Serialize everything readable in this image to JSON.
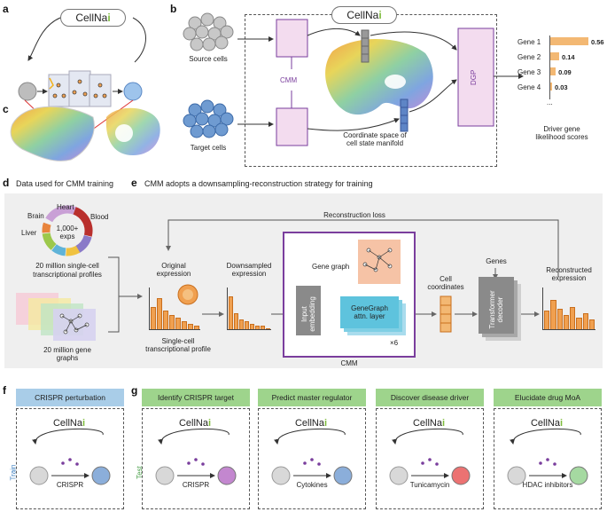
{
  "panels": {
    "a": "a",
    "b": "b",
    "c": "c",
    "d": "d",
    "e": "e",
    "f": "f",
    "g": "g"
  },
  "logo": {
    "text": "CellNa",
    "accent": "i"
  },
  "panel_b": {
    "source_label": "Source cells",
    "target_label": "Target cells",
    "cmm_label": "CMM",
    "dgp_label": "DGP",
    "manifold_label_line1": "Coordinate space of",
    "manifold_label_line2": "cell state manifold",
    "scores_caption_line1": "Driver gene",
    "scores_caption_line2": "likelihood scores",
    "genes": [
      {
        "name": "Gene 1",
        "score": "0.56",
        "value": 0.56
      },
      {
        "name": "Gene 2",
        "score": "0.14",
        "value": 0.14
      },
      {
        "name": "Gene 3",
        "score": "0.09",
        "value": 0.09
      },
      {
        "name": "Gene 4",
        "score": "0.03",
        "value": 0.03
      }
    ],
    "ellipsis": "..."
  },
  "panel_d": {
    "title": "Data used for CMM training",
    "tissues": {
      "heart": "Heart",
      "brain": "Brain",
      "blood": "Blood",
      "liver": "Liver"
    },
    "exps_line1": "1,000+",
    "exps_line2": "exps",
    "profiles_line1": "20 million single-cell",
    "profiles_line2": "transcriptional profiles",
    "graphs_line1": "20 million gene",
    "graphs_line2": "graphs"
  },
  "panel_e": {
    "title": "CMM adopts a downsampling-reconstruction strategy for training",
    "reconstruction_loss": "Reconstruction loss",
    "original_line1": "Original",
    "original_line2": "expression",
    "downsampled_line1": "Downsampled",
    "downsampled_line2": "expression",
    "single_cell_line1": "Single-cell",
    "single_cell_line2": "transcriptional profile",
    "gene_graph": "Gene graph",
    "input_embedding": "Input embedding",
    "genegraph_line1": "GeneGraph",
    "genegraph_line2": "attn. layer",
    "repeat": "×6",
    "cmm": "CMM",
    "cell_coords_line1": "Cell",
    "cell_coords_line2": "coordinates",
    "genes": "Genes",
    "transformer": "Transformer decoder",
    "reconstructed_line1": "Reconstructed",
    "reconstructed_line2": "expression",
    "original_bars": [
      0.55,
      0.75,
      0.45,
      0.35,
      0.3,
      0.2,
      0.15,
      0.1
    ],
    "down_bars": [
      0.8,
      0.4,
      0.25,
      0.2,
      0.15,
      0.1,
      0.1,
      0.05
    ],
    "recon_bars": [
      0.45,
      0.7,
      0.5,
      0.35,
      0.55,
      0.3,
      0.4,
      0.25
    ]
  },
  "panel_fg": {
    "train_label": "Train",
    "test_label": "Test",
    "tasks": [
      {
        "title": "CRISPR perturbation",
        "agent": "CRISPR",
        "color": "#a9cde8"
      },
      {
        "title": "Identify CRISPR target",
        "agent": "CRISPR",
        "color": "#9ed48c"
      },
      {
        "title": "Predict master regulator",
        "agent": "Cytokines",
        "color": "#9ed48c"
      },
      {
        "title": "Discover disease driver",
        "agent": "Tunicamycin",
        "color": "#9ed48c"
      },
      {
        "title": "Elucidate drug MoA",
        "agent": "HDAC inhibitors",
        "color": "#9ed48c"
      }
    ]
  },
  "colors": {
    "accent_orange": "#f0a050",
    "purple": "#7a3e9d",
    "cmm_box": "#f3dcef",
    "blue_cell": "#6f9bd1",
    "grey_cell": "#bdbdbd",
    "cyan_block": "#5ec3dd",
    "gray_block": "#8a8a8a",
    "gene_graph_bg": "#f6c3a6"
  }
}
